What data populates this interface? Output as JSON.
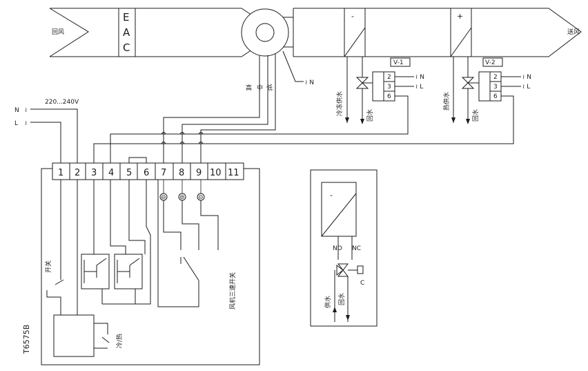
{
  "duct": {
    "return_air": "回风",
    "supply_air": "送风",
    "eac": [
      "E",
      "A",
      "C"
    ],
    "coil_cool_sign": "-",
    "coil_heat_sign": "+"
  },
  "fan": {
    "speeds": [
      "高",
      "中",
      "低"
    ],
    "neutral": "≀ N"
  },
  "valves": {
    "v1": {
      "tag": "V-1",
      "terminals": [
        "2",
        "3",
        "6"
      ],
      "wires": [
        "≀ N",
        "≀ L"
      ],
      "supply": "冷冻供水",
      "return": "回水"
    },
    "v2": {
      "tag": "V-2",
      "terminals": [
        "2",
        "3",
        "6"
      ],
      "wires": [
        "≀ N",
        "≀ L"
      ],
      "supply": "热供水",
      "return": "回水"
    }
  },
  "power": {
    "voltage": "220...240V",
    "n": "N",
    "l": "L",
    "wave": "≀"
  },
  "thermostat": {
    "model": "T6575B",
    "terminals": [
      "1",
      "2",
      "3",
      "4",
      "5",
      "6",
      "7",
      "8",
      "9",
      "10",
      "11"
    ],
    "speed_marks": [
      "⊖",
      "⊜",
      "⊝"
    ],
    "switch_label": "开关",
    "coolheat_label": "冷/热",
    "fan_switch_label": "风机三速开关"
  },
  "legend": {
    "sign": "-",
    "no": "NO",
    "nc": "NC",
    "c": "C",
    "supply": "供水",
    "return": "回水"
  }
}
